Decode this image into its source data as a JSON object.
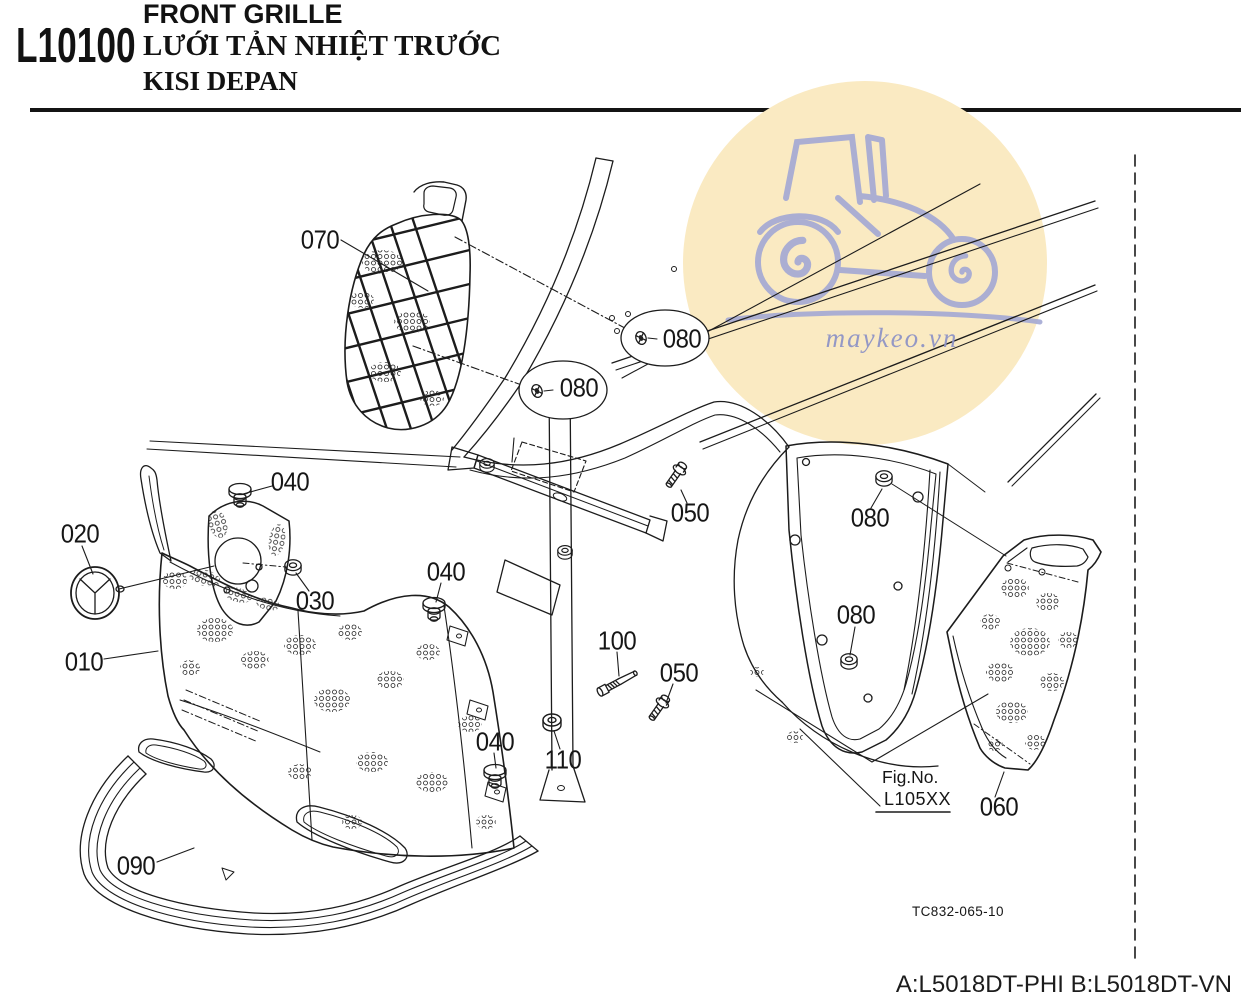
{
  "header": {
    "section_code": "L10100",
    "title_en": "FRONT GRILLE",
    "title_vi": "LƯỚI TẢN NHIỆT TRƯỚC",
    "title_id": "KISI DEPAN"
  },
  "watermark": {
    "text": "maykeo.vn",
    "circle_color": "#faeac2",
    "line_color": "#a3a8d4"
  },
  "diagram": {
    "callouts": [
      {
        "text": "070"
      },
      {
        "text": "080"
      },
      {
        "text": "080"
      },
      {
        "text": "040"
      },
      {
        "text": "020"
      },
      {
        "text": "030"
      },
      {
        "text": "040"
      },
      {
        "text": "010"
      },
      {
        "text": "050"
      },
      {
        "text": "080"
      },
      {
        "text": "080"
      },
      {
        "text": "100"
      },
      {
        "text": "050"
      },
      {
        "text": "110"
      },
      {
        "text": "040"
      },
      {
        "text": "060"
      },
      {
        "text": "090"
      }
    ],
    "fig_note": {
      "label": "Fig.No.",
      "value": "L105XX"
    },
    "drawing_code": "TC832-065-10"
  },
  "footer": {
    "models": "A:L5018DT-PHI B:L5018DT-VN"
  },
  "colors": {
    "line": "#1c1c1c"
  }
}
